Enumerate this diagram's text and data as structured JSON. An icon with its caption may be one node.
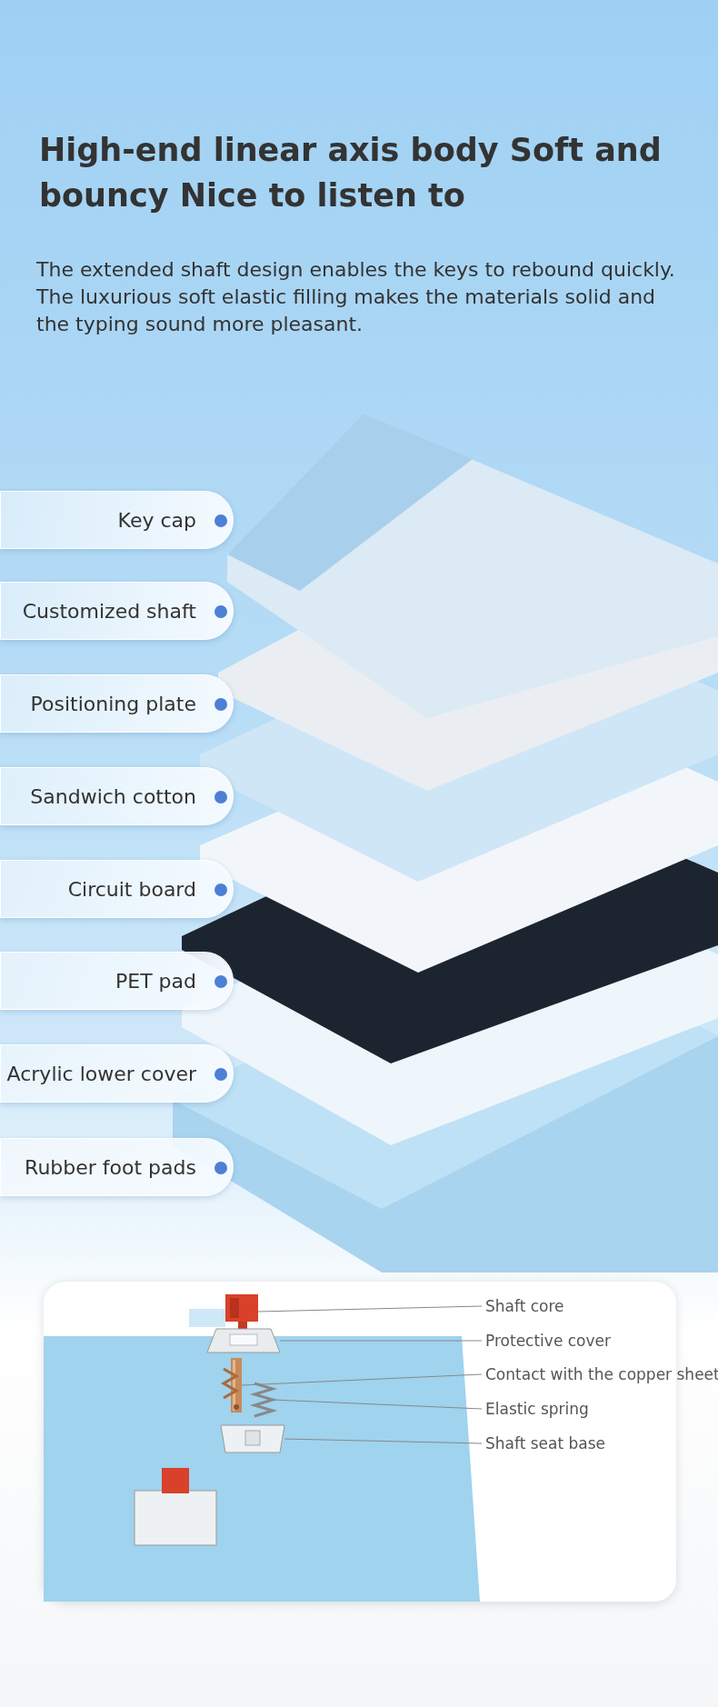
{
  "diagram": {
    "title": "High-end linear axis body Soft and bouncy Nice to listen to",
    "nodes": [
      {
        "text": [
          "Key cap"
        ]
      },
      {
        "text": [
          "Customized shaft"
        ]
      },
      {
        "text": [
          "Positioning plate"
        ]
      },
      {
        "text": [
          "Sandwich cotton"
        ]
      },
      {
        "text": [
          "Circuit board"
        ]
      },
      {
        "text": [
          "PET pad"
        ]
      },
      {
        "text": [
          "Acrylic lower cover"
        ]
      },
      {
        "text": [
          "Rubber foot pads"
        ]
      },
      {
        "text": [
          "Shaft core"
        ]
      },
      {
        "text": [
          "Protective cover"
        ]
      },
      {
        "text": [
          "Contact with the copper sheet"
        ]
      },
      {
        "text": [
          "Elastic spring"
        ]
      },
      {
        "text": [
          "Shaft seat base"
        ]
      },
      {
        "text": [],
        "shape": "picture"
      },
      {
        "text": [],
        "shape": "picture"
      },
      {
        "text": [],
        "shape": "picture"
      },
      {
        "text": [],
        "shape": "picture"
      },
      {
        "text": [],
        "shape": "picture"
      }
    ],
    "edges": [
      {
        "from": 8,
        "to": 13,
        "arrow": "none"
      },
      {
        "from": 9,
        "to": 14,
        "arrow": "none"
      },
      {
        "from": 10,
        "to": 15,
        "arrow": "none"
      },
      {
        "from": 11,
        "to": 16,
        "arrow": "none"
      },
      {
        "from": 12,
        "to": 17,
        "arrow": "none"
      }
    ],
    "labels": [
      "The extended shaft design enables the keys to rebound quickly. The luxurious soft elastic filling makes the materials solid and the typing sound more pleasant."
    ]
  }
}
